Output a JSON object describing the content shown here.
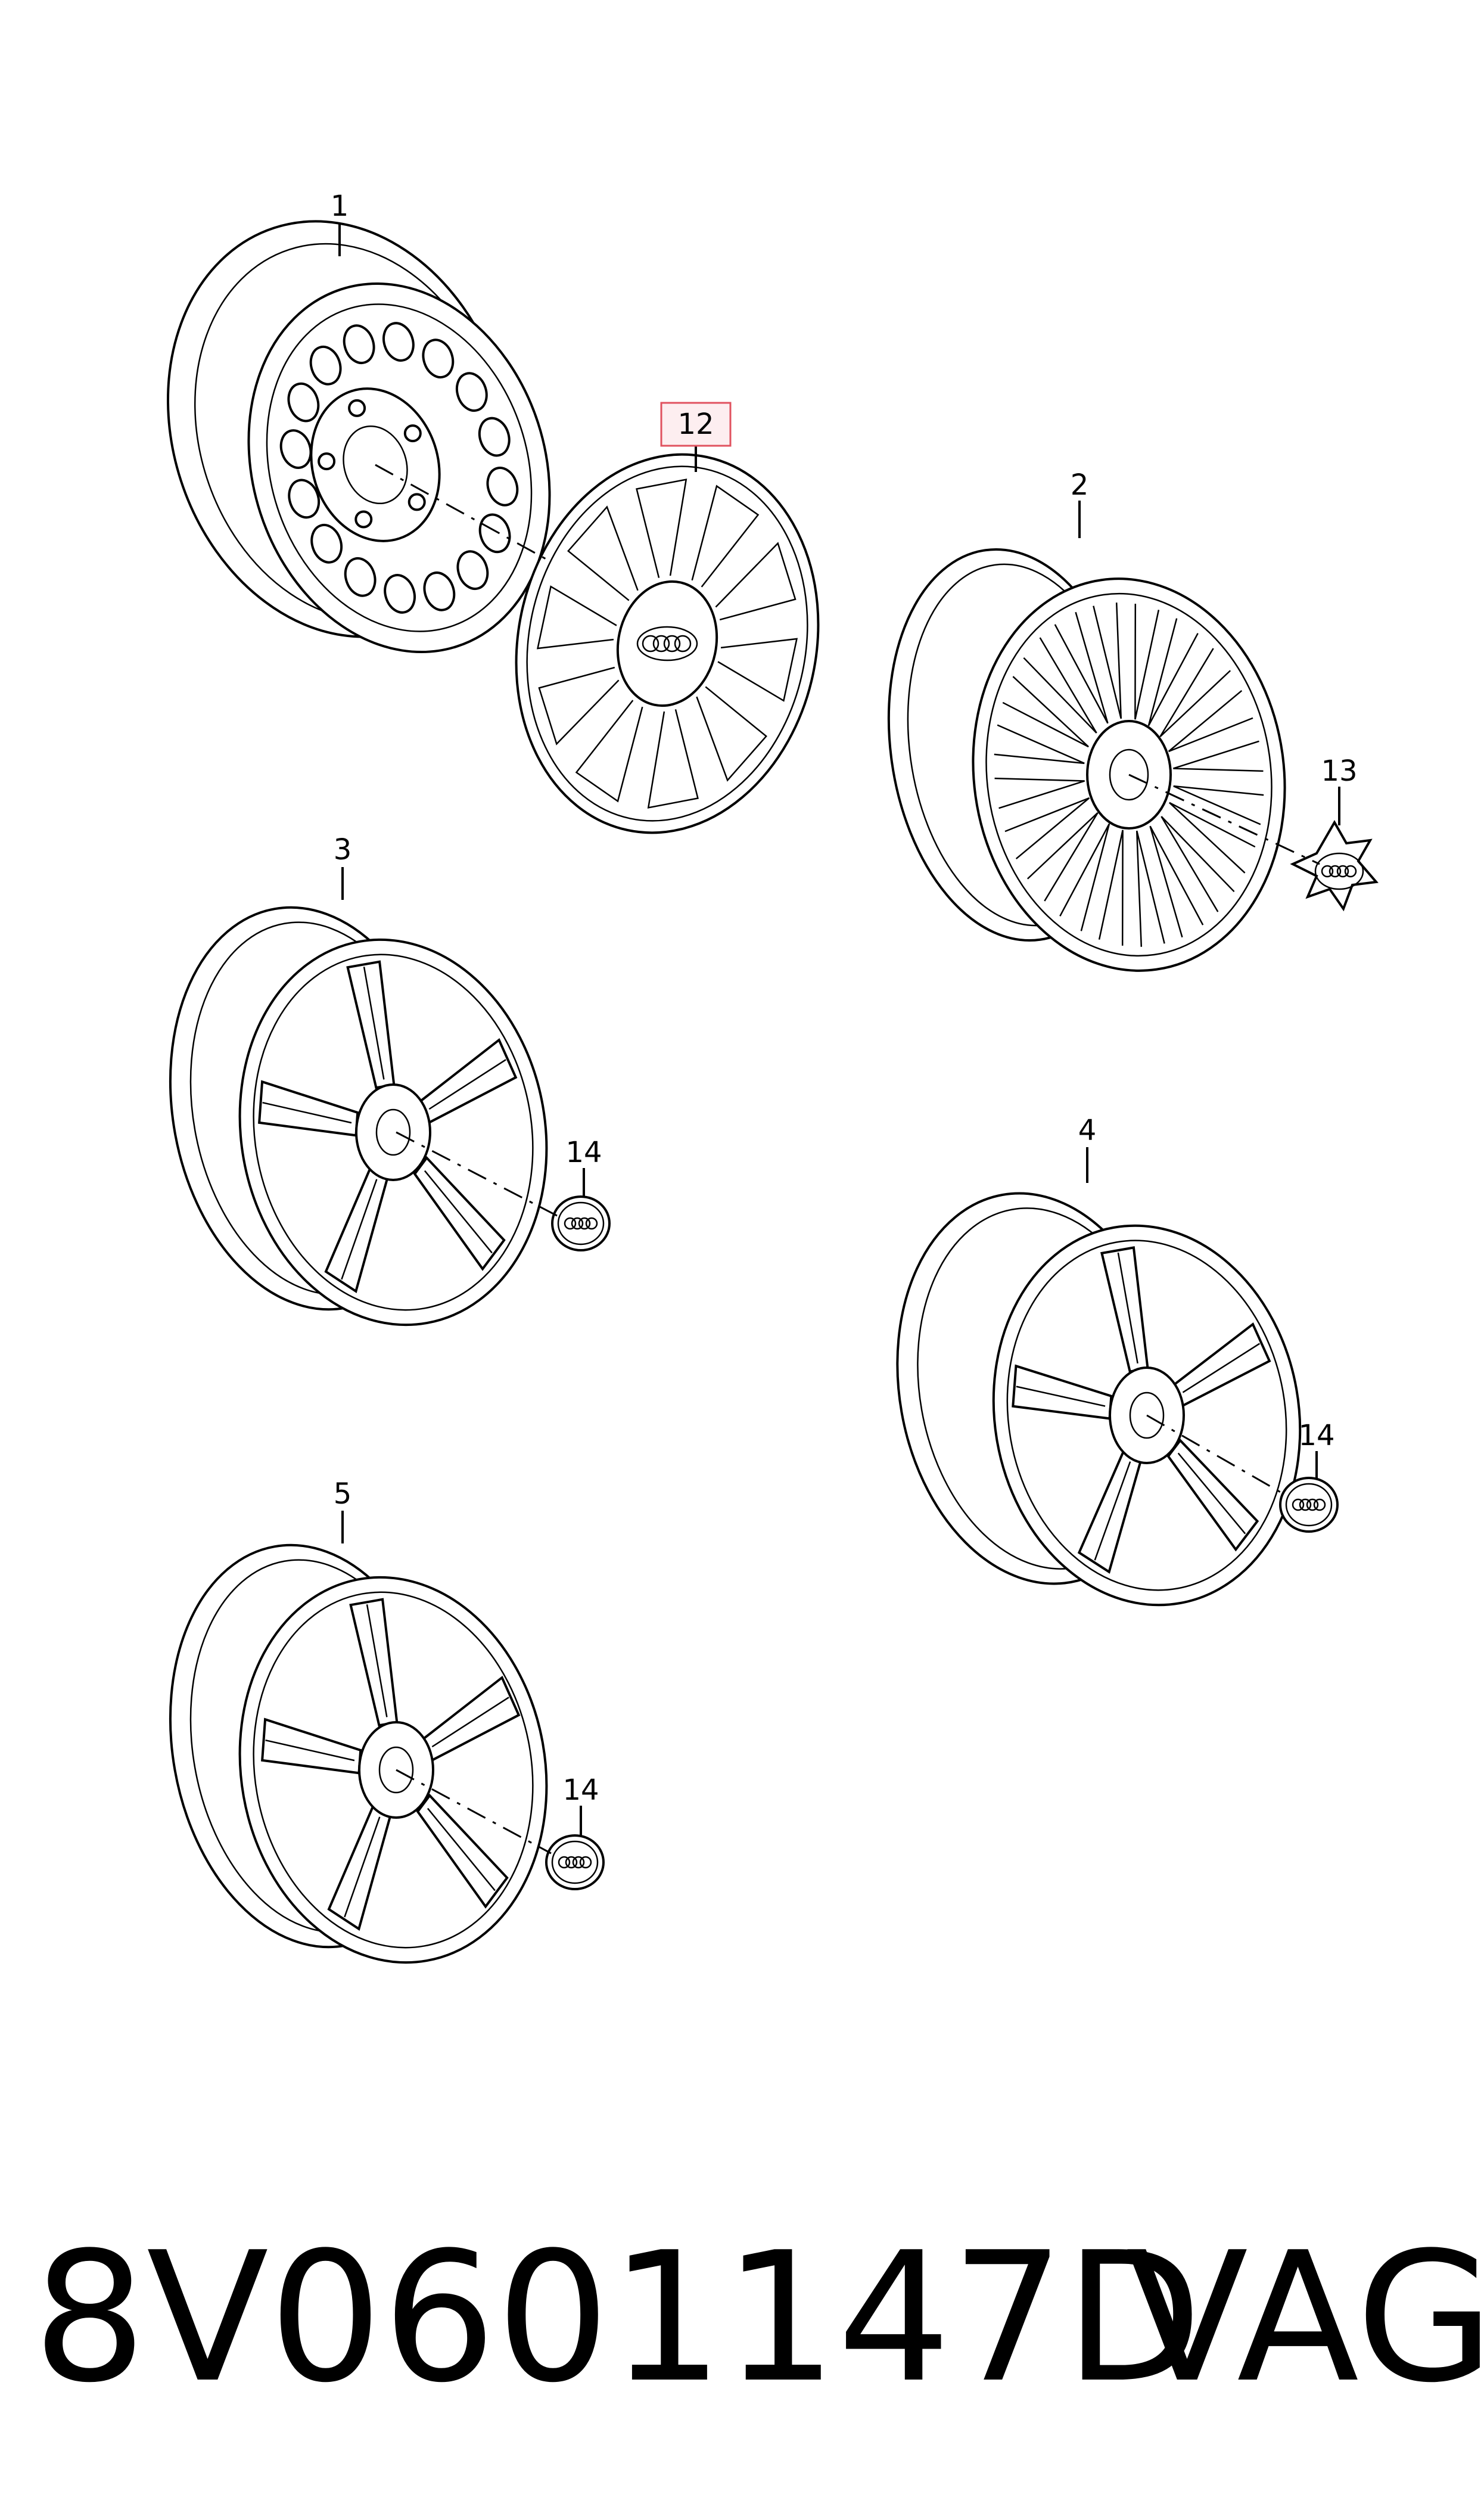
{
  "diagram": {
    "callouts": [
      {
        "key": "c1",
        "label": "1",
        "highlighted": false
      },
      {
        "key": "c12",
        "label": "12",
        "highlighted": true
      },
      {
        "key": "c2",
        "label": "2",
        "highlighted": false
      },
      {
        "key": "c13",
        "label": "13",
        "highlighted": false
      },
      {
        "key": "c3",
        "label": "3",
        "highlighted": false
      },
      {
        "key": "c14a",
        "label": "14",
        "highlighted": false
      },
      {
        "key": "c4",
        "label": "4",
        "highlighted": false
      },
      {
        "key": "c14b",
        "label": "14",
        "highlighted": false
      },
      {
        "key": "c5",
        "label": "5",
        "highlighted": false
      },
      {
        "key": "c14c",
        "label": "14",
        "highlighted": false
      }
    ],
    "highlight_color": "#e0525f",
    "highlight_fill": "#fdeef0"
  },
  "footer": {
    "part_number": "8V0601147D",
    "brand": "VAG"
  }
}
